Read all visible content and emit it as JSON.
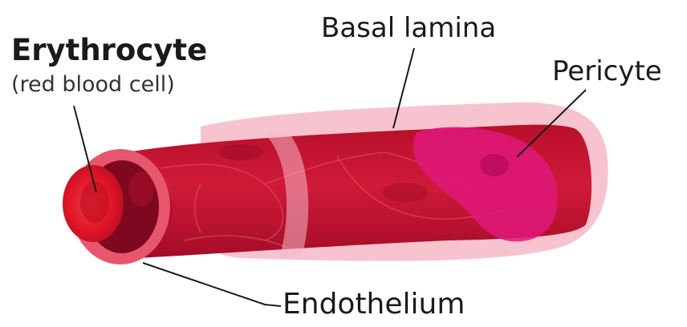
{
  "labels": {
    "erythrocyte": "Erythrocyte",
    "erythrocyte_sub": "(red blood cell)",
    "basal_lamina": "Basal lamina",
    "pericyte": "Pericyte",
    "endothelium": "Endothelium"
  },
  "colors": {
    "basal_lamina": "#f6b8c6",
    "vessel_wall": "#c8102e",
    "vessel_dark": "#9c0c28",
    "endothelium_rim": "#e8566e",
    "pericyte": "#e0187a",
    "erythrocyte": "#e01528",
    "leader_line": "#1a1a1a"
  }
}
